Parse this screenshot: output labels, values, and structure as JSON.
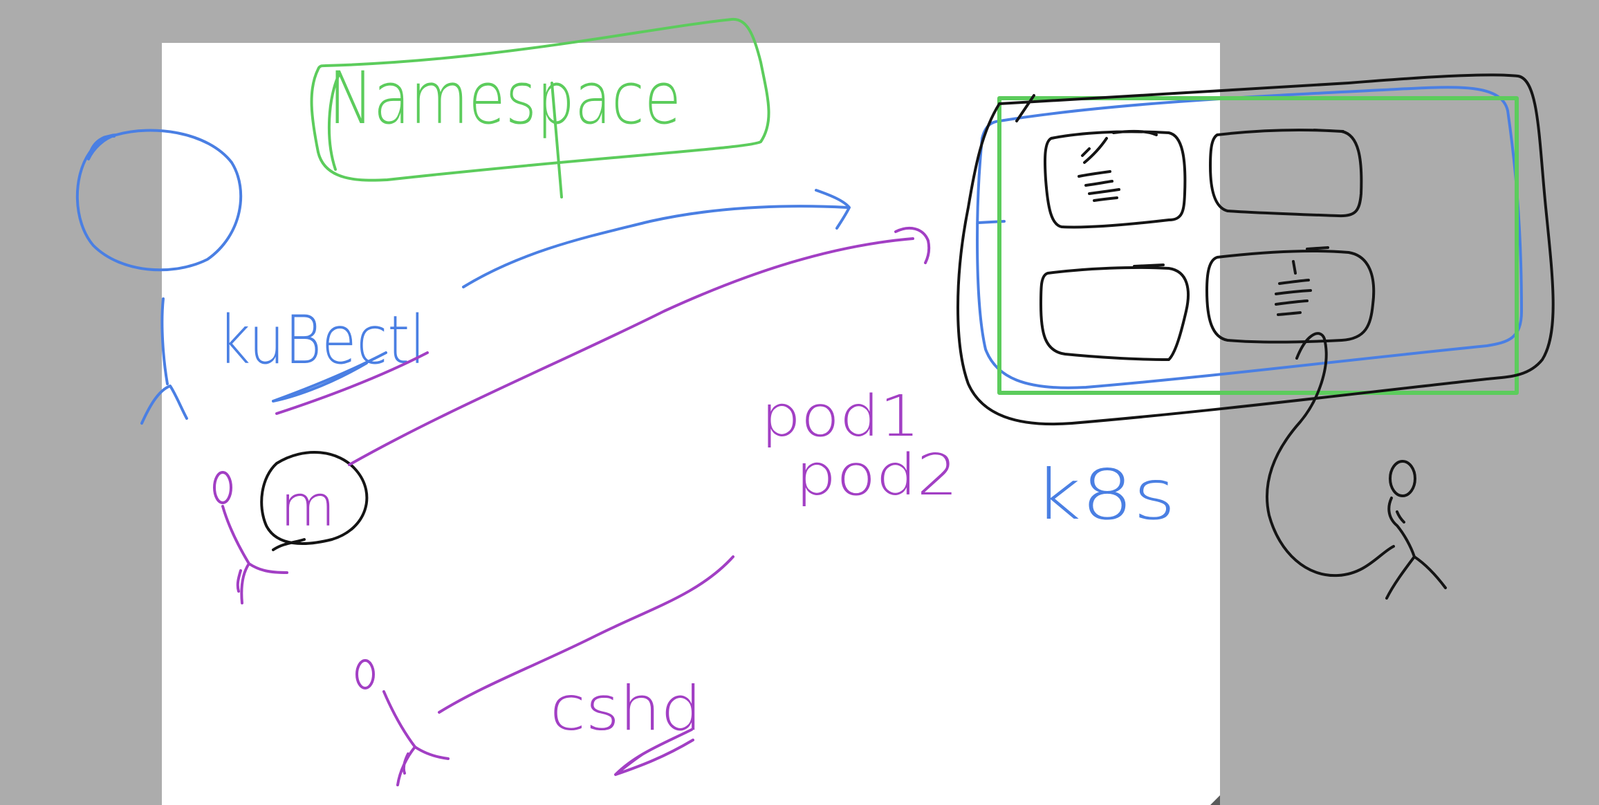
{
  "canvas": {
    "background": "#acacac",
    "sheet_color": "#ffffff"
  },
  "ink_colors": {
    "blue": "#4a7fe3",
    "green": "#5ccc5c",
    "purple": "#a23fc4",
    "black": "#141414"
  },
  "labels": {
    "namespace": "Namespace",
    "kubectl": "kuBectl",
    "k8s": "k8s",
    "pod1": "pod1",
    "pod2": "pod2",
    "m": "m",
    "cshd": "cshd"
  }
}
